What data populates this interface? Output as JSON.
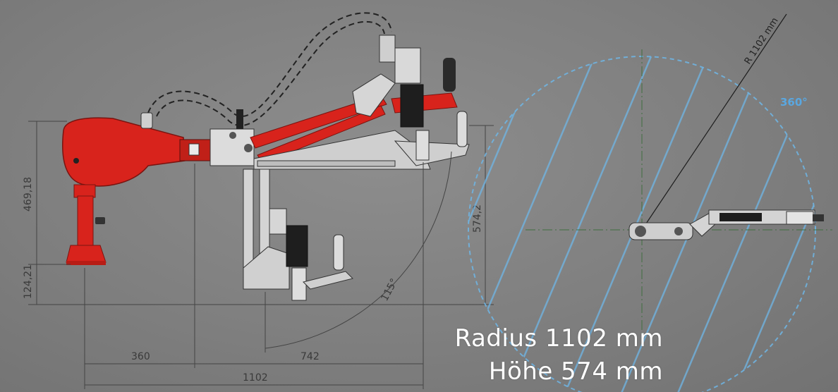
{
  "colors": {
    "background": "#808080",
    "arm_red": "#d8231c",
    "blueprint_blue": "#6fb6e6",
    "dimension_line": "#444444",
    "caption_text": "#ffffff"
  },
  "dimensions": {
    "base_height": "124,21",
    "column_height": "469,18",
    "height": "574,2",
    "offset": "360",
    "reach": "742",
    "radius": "1102",
    "angle": "115°"
  },
  "top_view": {
    "radius_label": "R 1102 mm",
    "rotation_label": "360°"
  },
  "captions": {
    "radius": "Radius 1102 mm",
    "height": "Höhe 574 mm"
  }
}
